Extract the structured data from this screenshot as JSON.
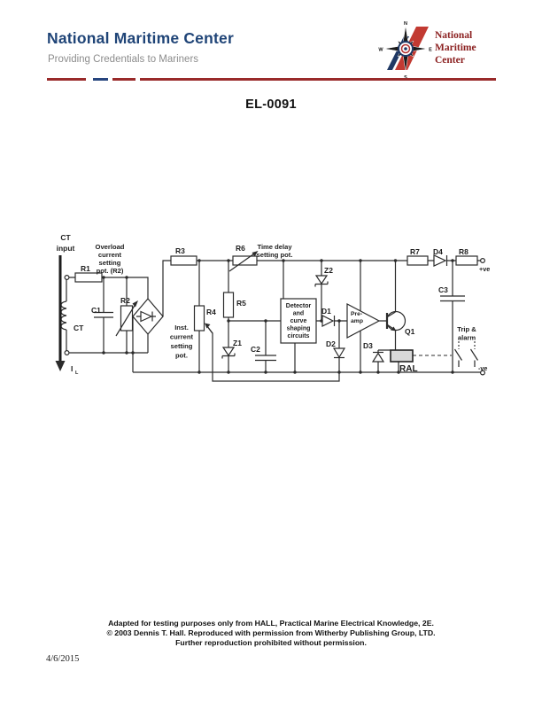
{
  "header": {
    "title": "National Maritime Center",
    "subtitle": "Providing Credentials to Mariners",
    "logo_lines": [
      "National",
      "Maritime",
      "Center"
    ],
    "compass": {
      "n": "N",
      "e": "E",
      "s": "S",
      "w": "W"
    }
  },
  "document": {
    "number": "EL-0091",
    "date": "4/6/2015"
  },
  "footer": {
    "lines": [
      "Adapted for testing purposes only from HALL, Practical Marine Electrical Knowledge, 2E.",
      "© 2003 Dennis T. Hall. Reproduced with permission from Witherby Publishing Group, LTD.",
      "Further reproduction prohibited without permission."
    ]
  },
  "circuit": {
    "labels": {
      "ct_input": [
        "CT",
        "input"
      ],
      "il_main": "I",
      "il_sub": "L",
      "r1": "R1",
      "ct_coil": "CT",
      "c1": "C1",
      "r2": "R2",
      "overload": [
        "Overload",
        "current",
        "setting",
        "pot. (R2)"
      ],
      "r3": "R3",
      "r4": "R4",
      "inst": [
        "Inst.",
        "current",
        "setting",
        "pot."
      ],
      "r5": "R5",
      "r6": "R6",
      "time_delay": [
        "Time delay",
        "setting pot."
      ],
      "z1": "Z1",
      "c2": "C2",
      "z2": "Z2",
      "d1": "D1",
      "d2": "D2",
      "detector": [
        "Detector",
        "and",
        "curve",
        "shaping",
        "circuits"
      ],
      "preamp": [
        "Pre-",
        "amp"
      ],
      "d3": "D3",
      "q1": "Q1",
      "ral": "RAL",
      "r7": "R7",
      "d4": "D4",
      "r8": "R8",
      "c3": "C3",
      "pos_terminal": "+ve",
      "neg_terminal": "-ve",
      "trip": [
        "Trip &",
        "alarm"
      ]
    }
  },
  "colors": {
    "header_blue": "#1f4477",
    "subtitle_gray": "#8c8c8c",
    "divider_red": "#992a2a",
    "divider_blue": "#27457e",
    "logo_red": "#8b2020",
    "ink": "#2b2b2b"
  }
}
